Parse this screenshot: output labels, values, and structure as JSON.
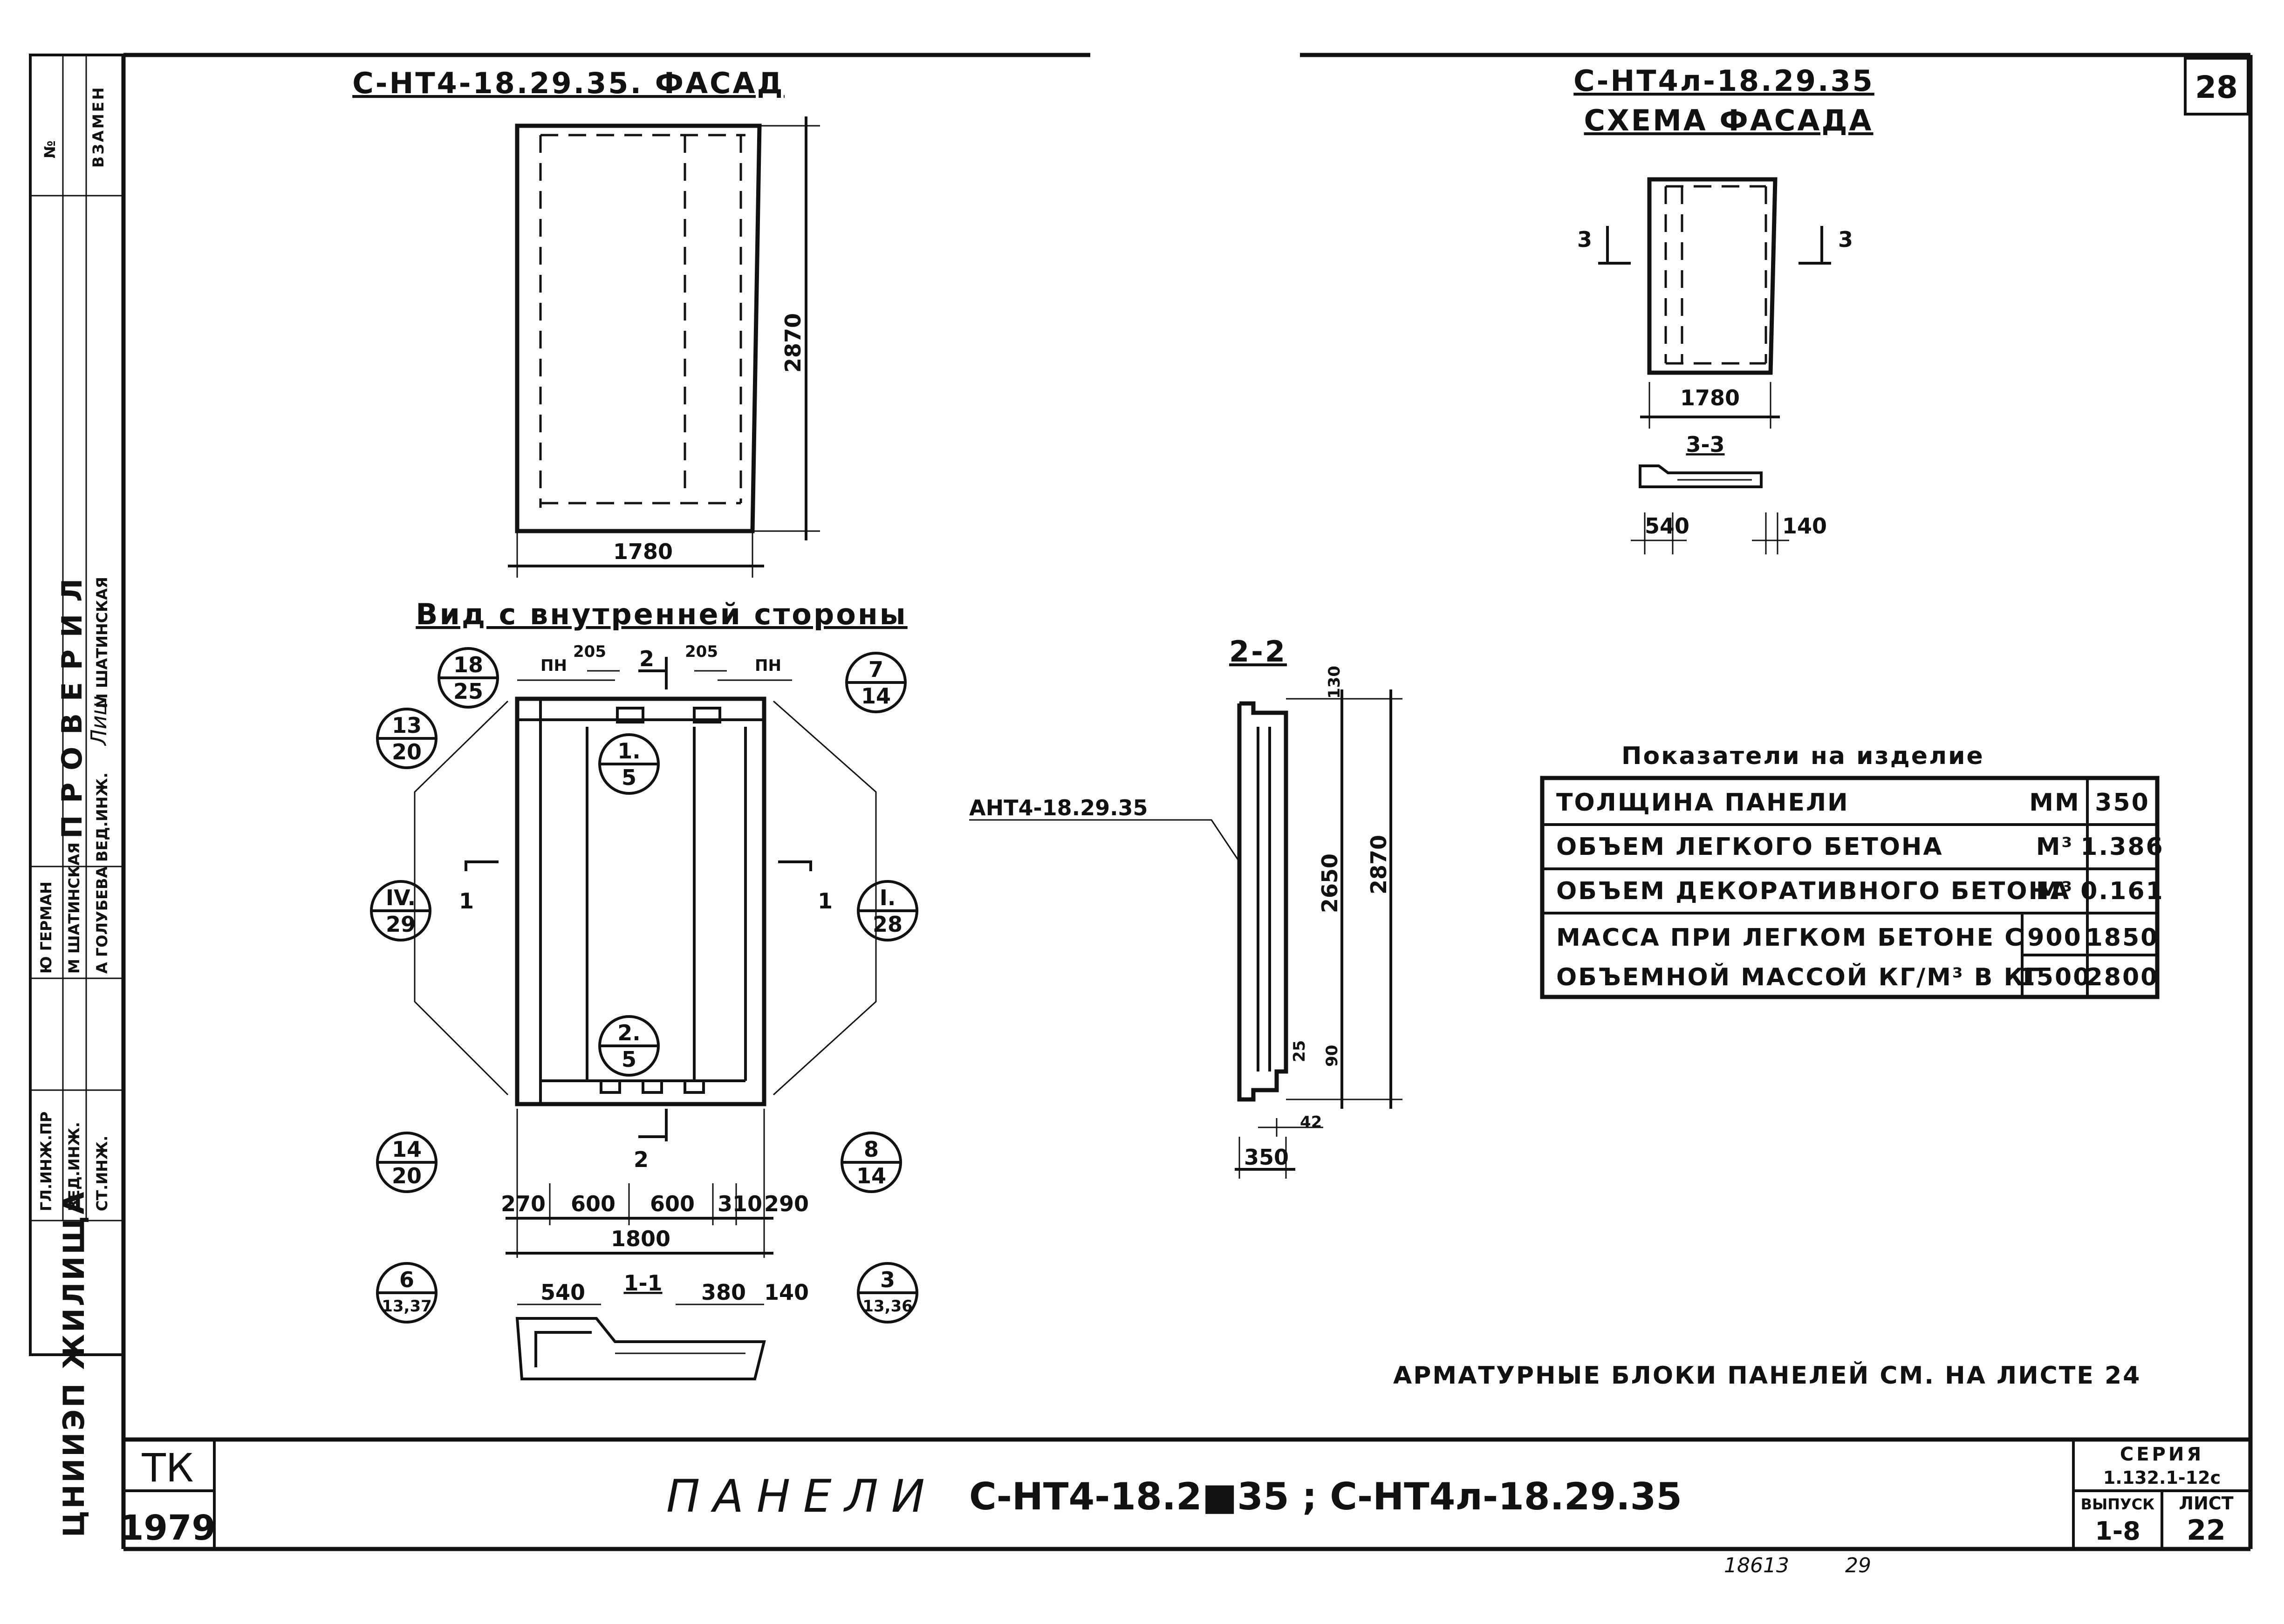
{
  "sheet": {
    "number": "28",
    "org_mark": "ТК",
    "year": "1979",
    "main_title_word": "ПАНЕЛИ",
    "main_title_codes": "С-НТ4-18.2■35 ; С-НТ4л-18.29.35",
    "series_label": "СЕРИЯ",
    "series_value": "1.132.1-12с",
    "issue_label": "ВЫПУСК",
    "issue_value": "1-8",
    "list_label": "ЛИСТ",
    "list_value": "22",
    "footer_stamp": "18613",
    "footer_stamp2": "29",
    "rebar_note": "АРМАТУРНЫЕ БЛОКИ ПАНЕЛЕЙ СМ. НА ЛИСТЕ 24"
  },
  "side_stamp": {
    "inv_no": "№",
    "replace": "ВЗАМЕН",
    "checked": "ПРОВЕРИЛ",
    "roles": [
      "ГЛ.ИНЖ.ПР",
      "ВЕД.ИНЖ.",
      "СТ.ИНЖ."
    ],
    "names": [
      "Ю ГЕРМАН",
      "М ШАТИНСКАЯ",
      "А ГОЛУБЕВА"
    ],
    "checker_role": "ВЕД.ИНЖ.",
    "checker_name": "М ШАТИНСКАЯ",
    "org_vertical": "ЦНИИЭП ЖИЛИЩА"
  },
  "facade": {
    "title": "С-НТ4-18.29.35. ФАСАД",
    "height": "2870",
    "width": "1780"
  },
  "inner_view": {
    "title": "Вид с внутренней стороны",
    "callouts": [
      {
        "id": "c18",
        "num": "18",
        "den": "25"
      },
      {
        "id": "c7",
        "num": "7",
        "den": "14"
      },
      {
        "id": "c13",
        "num": "13",
        "den": "20"
      },
      {
        "id": "c1",
        "num": "1.",
        "den": "5"
      },
      {
        "id": "c4",
        "num": "IV.",
        "den": "29"
      },
      {
        "id": "cI",
        "num": "I.",
        "den": "28"
      },
      {
        "id": "c2",
        "num": "2.",
        "den": "5"
      },
      {
        "id": "c14",
        "num": "14",
        "den": "20"
      },
      {
        "id": "c8",
        "num": "8",
        "den": "14"
      },
      {
        "id": "c6",
        "num": "6",
        "den": "13,37"
      },
      {
        "id": "c3",
        "num": "3",
        "den": "13,36"
      }
    ],
    "pn_left": "ПН",
    "pn_right": "ПН",
    "dim_top_left": "205",
    "dim_top_right": "205",
    "section_mark_2": "2",
    "section_mark_1": "1",
    "bottom_dims": [
      "270",
      "600",
      "600",
      "310",
      "290"
    ],
    "total_width": "1800"
  },
  "section_1_1": {
    "title": "1-1",
    "dims": [
      "540",
      "380",
      "140"
    ]
  },
  "section_2_2": {
    "title": "2-2",
    "label": "АНТ4-18.29.35",
    "dims": [
      "130",
      "2650",
      "2870",
      "25",
      "90",
      "42",
      "350"
    ]
  },
  "facade_scheme": {
    "title1": "С-НТ4л-18.29.35",
    "title2": "СХЕМА ФАСАДА",
    "width": "1780",
    "mark": "3",
    "section_title": "3-3",
    "dims": [
      "540",
      "140"
    ]
  },
  "indicators": {
    "title": "Показатели на изделие",
    "rows": [
      {
        "label": "ТОЛЩИНА ПАНЕЛИ",
        "unit": "ММ",
        "value": "350"
      },
      {
        "label": "ОБЪЕМ ЛЕГКОГО БЕТОНА",
        "unit": "М³",
        "value": "1.386"
      },
      {
        "label": "ОБЪЕМ ДЕКОРАТИВНОГО БЕТОНА",
        "unit": "М³",
        "value": "0.161"
      }
    ],
    "mass_label_1": "МАССА ПРИ ЛЕГКОМ БЕТОНЕ С",
    "mass_label_2": "ОБЪЕМНОЙ МАССОЙ КГ/М³ В КГ",
    "mass_rows": [
      {
        "density": "900",
        "mass": "1850"
      },
      {
        "density": "1500",
        "mass": "2800"
      }
    ]
  }
}
